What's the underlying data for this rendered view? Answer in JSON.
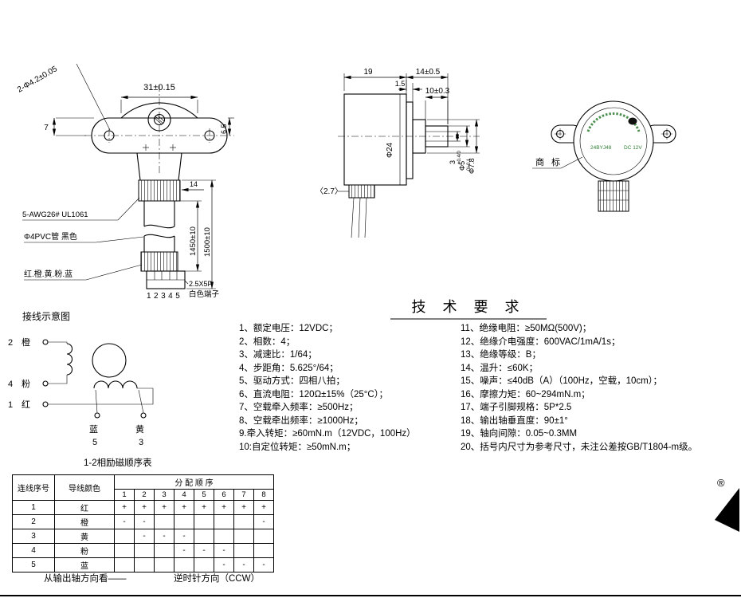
{
  "front_view": {
    "dim_width": "31±0.15",
    "dim_holes": "2-Φ4.2±0.05",
    "dim_right": "6.5",
    "dim_left": "7",
    "dim_wire_width": "14",
    "dim_len_inner": "1450±10",
    "dim_len_outer": "1500±10",
    "label_wire_spec": "5-AWG26# UL1061",
    "label_tube": "Φ4PVC管 黑色",
    "label_wire_colors": "红.橙.黄.粉.蓝",
    "label_pin_numbers": "12345",
    "label_connector_type": "2.5X5P",
    "label_connector": "白色端子"
  },
  "side_view": {
    "dim_depth": "19",
    "dim_front": "14±0.5",
    "dim_flange": "1.5",
    "dim_shaft_len": "10±0.3",
    "dim_body_dia": "Φ24",
    "dim_ref": "〈2.7〉",
    "dim_flat": "3",
    "dim_flat_tol": "+0.4/0",
    "dim_shaft_dia": "Φ5",
    "dim_shaft_dia_tol": "0/-0.1",
    "dim_boss_dia": "Φ7.8"
  },
  "rear_view": {
    "label_trademark": "商 标",
    "sticker_model": "24BYJ48",
    "sticker_voltage": "DC 12V"
  },
  "wiring": {
    "title": "接线示意图",
    "n2": "2",
    "c2": "橙",
    "n4": "4",
    "c4": "粉",
    "n1": "1",
    "c1": "红",
    "c5": "蓝",
    "n5": "5",
    "c3": "黄",
    "n3": "3"
  },
  "tech": {
    "title": "技 术 要 求",
    "left": [
      "1、额定电压：12VDC；",
      "2、相数：4；",
      "3、减速比：1/64；",
      "4、步距角：5.625°/64；",
      "5、驱动方式：四相八拍；",
      "6、直流电阻：120Ω±15%（25°C）；",
      "7、空载牵入频率：≥500Hz；",
      "8、空载牵出频率：≥1000Hz；",
      "9.牵入转矩：≥60mN.m（12VDC，100Hz）",
      "10:自定位转矩：≥50mN.m；"
    ],
    "right": [
      "11、绝缘电阻：≥50MΩ(500V)；",
      "12、绝缘介电强度：600VAC/1mA/1s；",
      "13、绝缘等级：B；",
      "14、温升：≤60K；",
      "15、噪声：≤40dB（A）（100Hz，空载，10cm）；",
      "16、摩擦力矩：60~294mN.m；",
      "17、端子引脚规格：5P*2.5",
      "18、输出轴垂直度：90±1°",
      "19、轴向间隙：0.05~0.3MM",
      "20、括号内尺寸为参考尺寸，未注公差按GB/T1804-m级。"
    ]
  },
  "table": {
    "title": "1-2相励磁顺序表",
    "header_seq": "连线序号",
    "header_color": "导线颜色",
    "header_order": "分 配 顺 序",
    "steps": [
      "1",
      "2",
      "3",
      "4",
      "5",
      "6",
      "7",
      "8"
    ],
    "rows": [
      {
        "seq": "1",
        "color": "红",
        "cells": [
          "+",
          "+",
          "+",
          "+",
          "+",
          "+",
          "+",
          "+"
        ]
      },
      {
        "seq": "2",
        "color": "橙",
        "cells": [
          "-",
          "-",
          "",
          "",
          "",
          "",
          "",
          "-"
        ]
      },
      {
        "seq": "3",
        "color": "黄",
        "cells": [
          "",
          "-",
          "-",
          "-",
          "",
          "",
          "",
          ""
        ]
      },
      {
        "seq": "4",
        "color": "粉",
        "cells": [
          "",
          "",
          "",
          "-",
          "-",
          "-",
          "",
          ""
        ]
      },
      {
        "seq": "5",
        "color": "蓝",
        "cells": [
          "",
          "",
          "",
          "",
          "",
          "-",
          "-",
          "-"
        ]
      }
    ]
  },
  "footer": {
    "view_note": "从输出轴方向看——",
    "direction": "逆时针方向（CCW）"
  },
  "misc": {
    "registered": "®",
    "accent_green": "#2e7d32"
  }
}
